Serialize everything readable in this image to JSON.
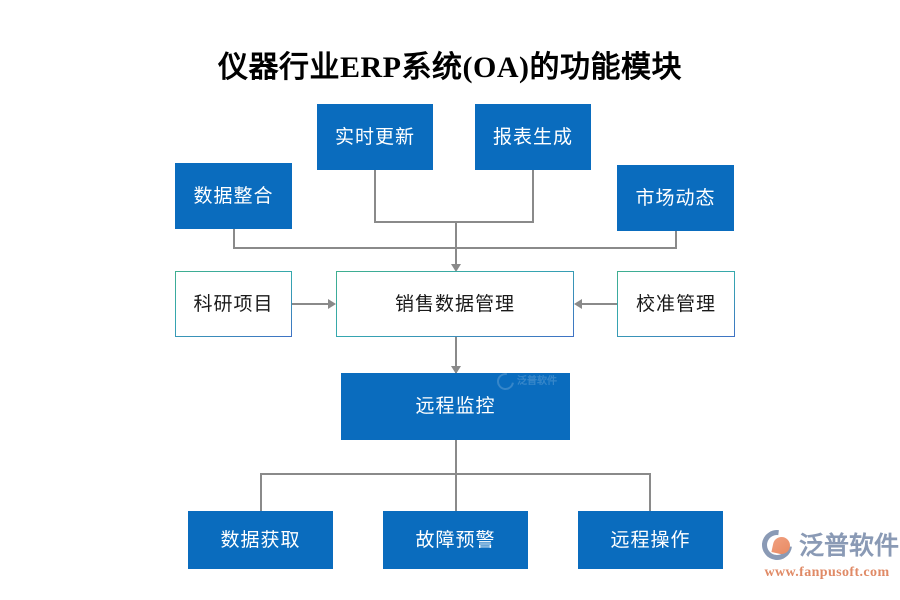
{
  "title": "仪器行业ERP系统(OA)的功能模块",
  "colors": {
    "node_fill": "#0a6cbe",
    "node_text_on_fill": "#ffffff",
    "outlined_border": "#3aa8a0",
    "outlined_text": "#1a1a1a",
    "connector": "#8a8a8a",
    "brand_blue_grey": "#8a9ab5",
    "brand_orange": "#e08a66"
  },
  "nodes": {
    "top_row": [
      {
        "id": "data-integration",
        "label": "数据整合",
        "style": "filled"
      },
      {
        "id": "realtime-update",
        "label": "实时更新",
        "style": "filled"
      },
      {
        "id": "report-generation",
        "label": "报表生成",
        "style": "filled"
      },
      {
        "id": "market-dynamics",
        "label": "市场动态",
        "style": "filled"
      }
    ],
    "middle_row": [
      {
        "id": "research-project",
        "label": "科研项目",
        "style": "outlined"
      },
      {
        "id": "sales-data-management",
        "label": "销售数据管理",
        "style": "outlined"
      },
      {
        "id": "calibration-management",
        "label": "校准管理",
        "style": "outlined"
      }
    ],
    "center": {
      "id": "remote-monitoring",
      "label": "远程监控",
      "style": "filled"
    },
    "bottom_row": [
      {
        "id": "data-acquisition",
        "label": "数据获取",
        "style": "filled"
      },
      {
        "id": "fault-warning",
        "label": "故障预警",
        "style": "filled"
      },
      {
        "id": "remote-operation",
        "label": "远程操作",
        "style": "filled"
      }
    ]
  },
  "watermark": {
    "inline_text": "泛普软件"
  },
  "brand": {
    "name": "泛普软件",
    "url": "www.fanpusoft.com"
  }
}
